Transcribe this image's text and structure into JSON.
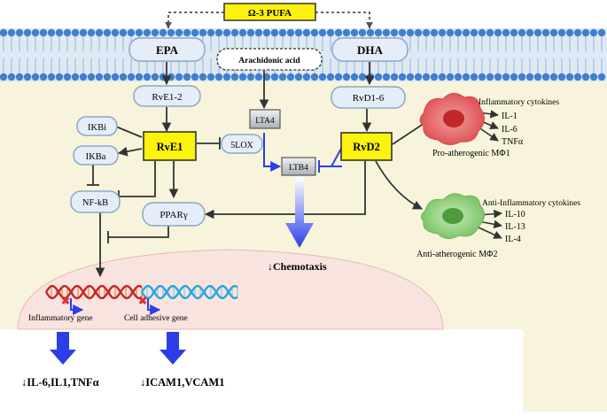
{
  "top_label": "Ω-3 PUFA",
  "epa": "EPA",
  "dha": "DHA",
  "arachidonic": "Arachidonic  acid",
  "rve1_2": "RvE1-2",
  "rvd1_6": "RvD1-6",
  "lta4": "LTA4",
  "ltb4": "LTB4",
  "lox": "5LOX",
  "rve1": "RvE1",
  "rvd2": "RvD2",
  "ikbi": "IKBi",
  "ikba": "IKBa",
  "nfkb": "NF-kB",
  "ppar": "PPARγ",
  "chemotaxis": "↓Chemotaxis",
  "infl_gene": "Inflammatory  gene",
  "cell_gene": "Cell adhesive  gene",
  "out_left": "↓IL-6,IL1,TNFα",
  "out_right": "↓ICAM1,VCAM1",
  "pro_title": "Inflammatory  cytokines",
  "pro_items": [
    "IL-1",
    "IL-6",
    "TNFα"
  ],
  "pro_label": "Pro-atherogenic  MΦ1",
  "anti_title": "Anti-Inflammatory  cytokines",
  "anti_items": [
    "IL-10",
    "IL-13",
    "IL-4"
  ],
  "anti_label": "Anti-atherogenic  MΦ2",
  "colors": {
    "cyto": "#f8f4dc",
    "yellow": "#fbf20d",
    "node_fill": "#e4edf8",
    "node_stroke": "#8ea6c6",
    "blue": "#2b3ee8",
    "nucleus": "#f9e3df",
    "red_cell": "#e05456",
    "green_cell": "#8ed17b"
  }
}
